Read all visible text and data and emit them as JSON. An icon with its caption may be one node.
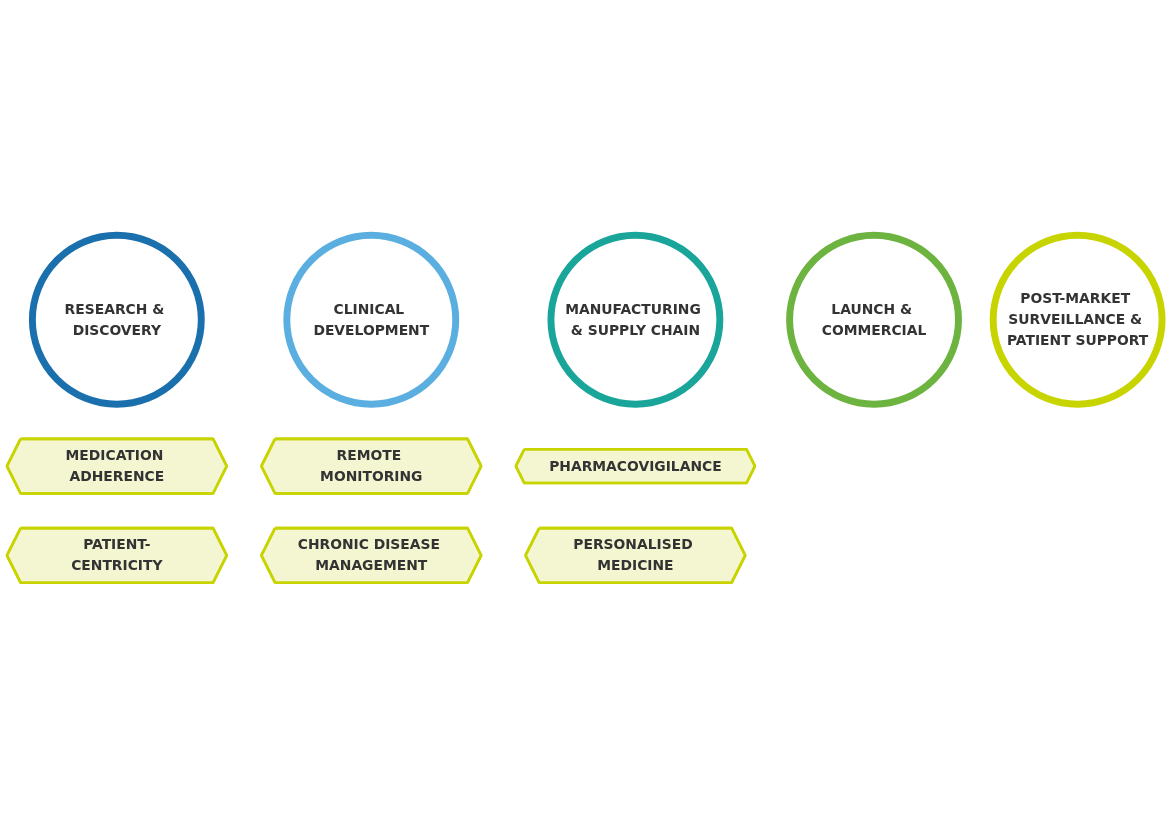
{
  "diagram": {
    "nodes": [
      {
        "text": [
          "RESEARCH & DISCOVERY"
        ]
      },
      {
        "text": [
          "CLINICAL DEVELOPMENT"
        ]
      },
      {
        "text": [
          "MANUFACTURING & SUPPLY CHAIN"
        ]
      },
      {
        "text": [
          "LAUNCH & COMMERCIAL"
        ]
      },
      {
        "text": [
          "POST-MARKET SURVEILLANCE & PATIENT SUPPORT"
        ]
      },
      {
        "text": [
          "MEDICATION ADHERENCE"
        ]
      },
      {
        "text": [
          "REMOTE MONITORING"
        ]
      },
      {
        "text": [
          "PHARMACOVIGILANCE"
        ]
      },
      {
        "text": [
          "PATIENT-CENTRICITY"
        ]
      },
      {
        "text": [
          "CHRONIC DISEASE MANAGEMENT"
        ]
      },
      {
        "text": [
          "PERSONALISED MEDICINE"
        ]
      }
    ]
  }
}
